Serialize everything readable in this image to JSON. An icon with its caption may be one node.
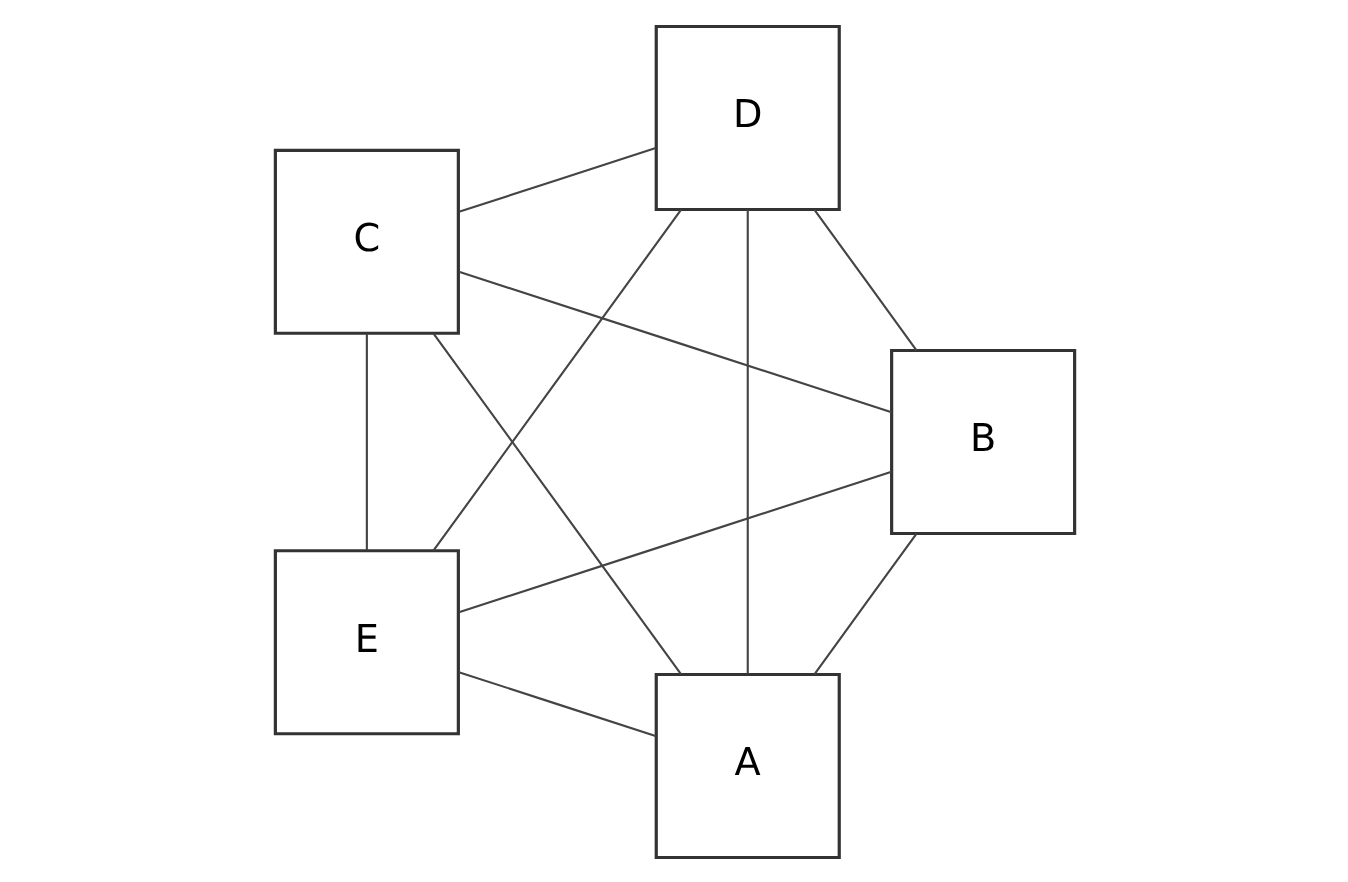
{
  "diagram": {
    "nodes": [
      {
        "text": [
          "A"
        ]
      },
      {
        "text": [
          "B"
        ]
      },
      {
        "text": [
          "C"
        ]
      },
      {
        "text": [
          "D"
        ]
      },
      {
        "text": [
          "E"
        ]
      }
    ],
    "edges": [
      {
        "from": 0,
        "to": 1,
        "arrow": "none"
      },
      {
        "from": 0,
        "to": 2,
        "arrow": "none"
      },
      {
        "from": 0,
        "to": 3,
        "arrow": "none"
      },
      {
        "from": 0,
        "to": 4,
        "arrow": "none"
      },
      {
        "from": 1,
        "to": 2,
        "arrow": "none"
      },
      {
        "from": 1,
        "to": 3,
        "arrow": "none"
      },
      {
        "from": 1,
        "to": 4,
        "arrow": "none"
      },
      {
        "from": 2,
        "to": 3,
        "arrow": "none"
      },
      {
        "from": 2,
        "to": 4,
        "arrow": "none"
      },
      {
        "from": 3,
        "to": 4,
        "arrow": "none"
      }
    ]
  }
}
